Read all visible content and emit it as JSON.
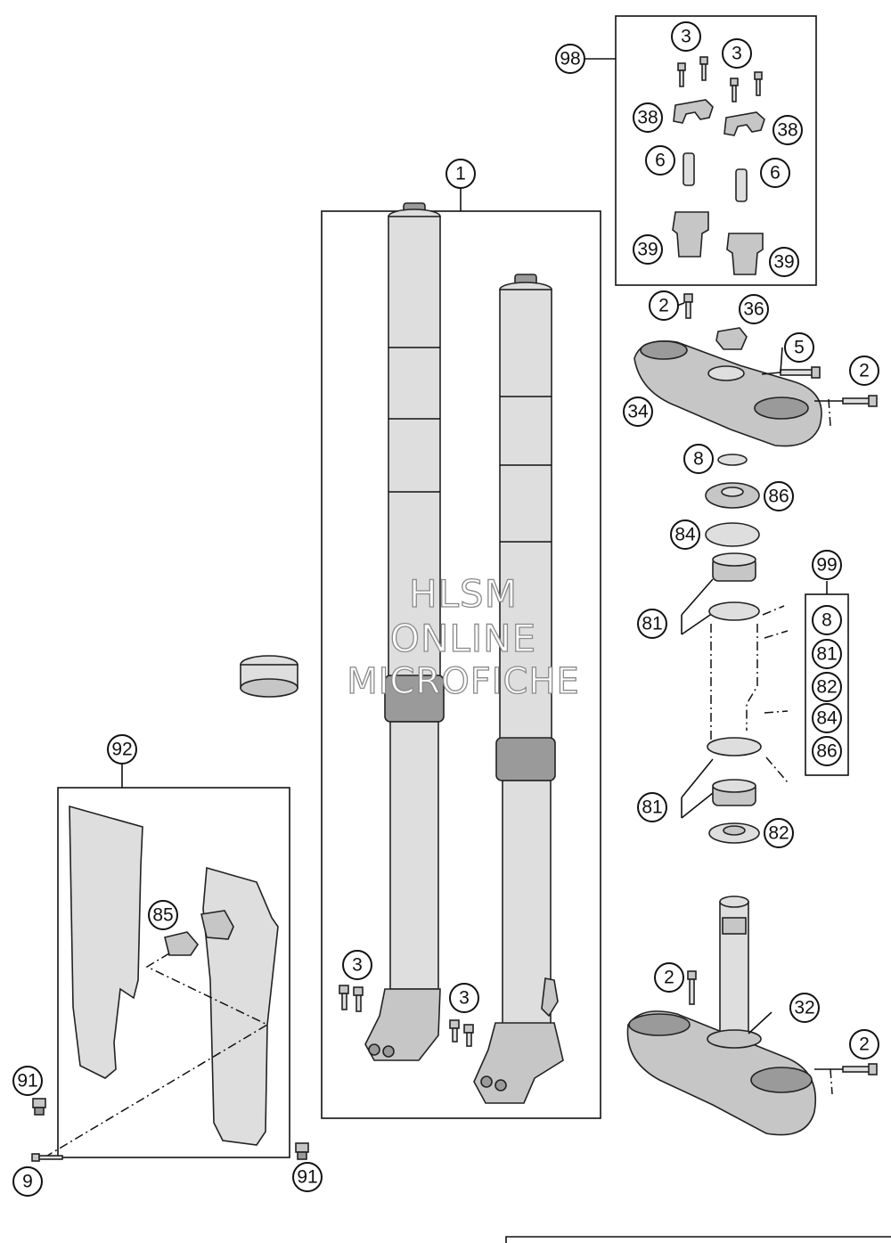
{
  "watermark": {
    "line1": "HLSM",
    "line2": "ONLINE",
    "line3": "MICROFICHE"
  },
  "callouts": {
    "c98": "98",
    "c3a": "3",
    "c3b": "3",
    "c38a": "38",
    "c38b": "38",
    "c6a": "6",
    "c6b": "6",
    "c39a": "39",
    "c39b": "39",
    "c1": "1",
    "c2a": "2",
    "c36": "36",
    "c5": "5",
    "c2b": "2",
    "c34": "34",
    "c8": "8",
    "c86": "86",
    "c84": "84",
    "c99": "99",
    "c81a": "81",
    "k8": "8",
    "k81": "81",
    "k82": "82",
    "k84": "84",
    "k86": "86",
    "c81b": "81",
    "c82": "82",
    "c92": "92",
    "c85": "85",
    "c3c": "3",
    "c3d": "3",
    "c91a": "91",
    "c9": "9",
    "c91b": "91",
    "c2c": "2",
    "c32": "32",
    "c2d": "2"
  }
}
